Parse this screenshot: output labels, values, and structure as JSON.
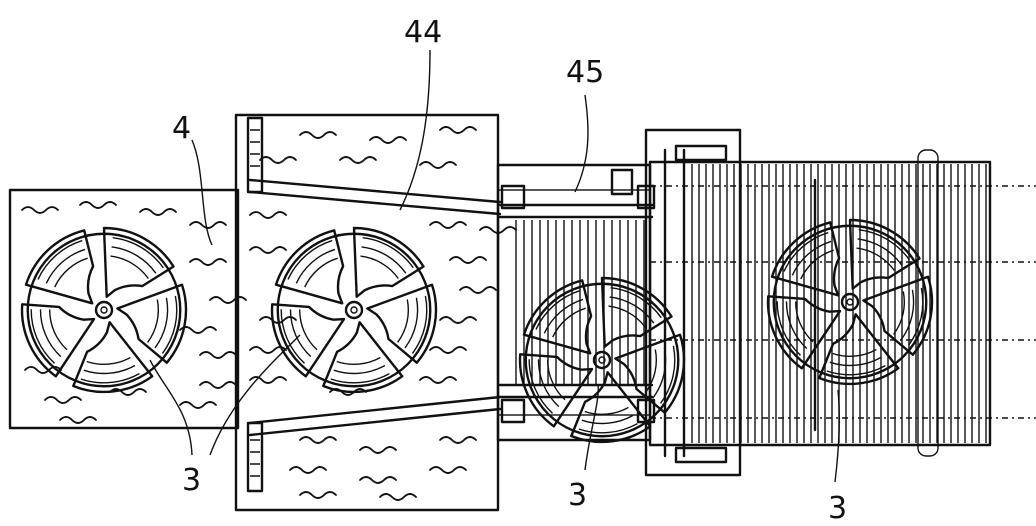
{
  "reference_numerals": {
    "water_channel": "4",
    "tank": "44",
    "conveyor": "45",
    "wheel_first": "3",
    "wheel_second": "3",
    "wheel_third": "3",
    "wheel_fourth": "3"
  }
}
